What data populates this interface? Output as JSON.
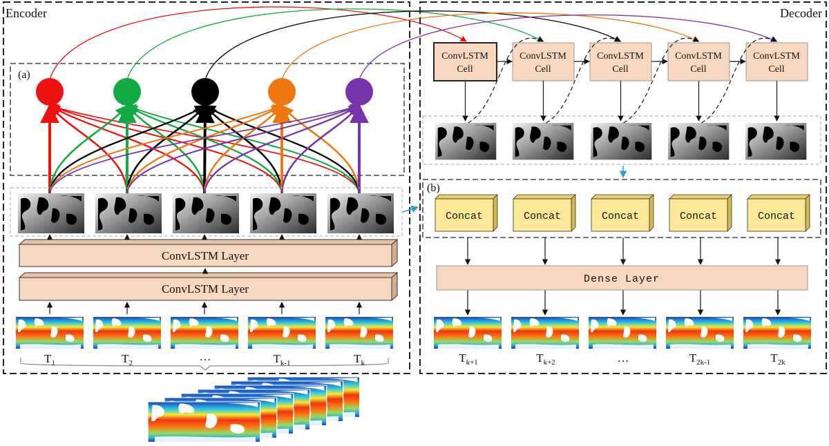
{
  "encoder": {
    "title": "Encoder",
    "panel_a_label": "(a)",
    "layer_top": "ConvLSTM Layer",
    "layer_bottom": "ConvLSTM Layer",
    "time_labels": [
      {
        "main": "T",
        "sub": "1"
      },
      {
        "main": "T",
        "sub": "2"
      },
      {
        "main": "…",
        "sub": ""
      },
      {
        "main": "T",
        "sub": "k-1"
      },
      {
        "main": "T",
        "sub": "k"
      }
    ],
    "node_colors": [
      "#ee1111",
      "#11aa44",
      "#000000",
      "#ee7711",
      "#7733aa"
    ]
  },
  "decoder": {
    "title": "Decoder",
    "panel_b_label": "(b)",
    "cells": [
      {
        "line1": "ConvLSTM",
        "line2": "Cell"
      },
      {
        "line1": "ConvLSTM",
        "line2": "Cell"
      },
      {
        "line1": "ConvLSTM",
        "line2": "Cell"
      },
      {
        "line1": "ConvLSTM",
        "line2": "Cell"
      },
      {
        "line1": "ConvLSTM",
        "line2": "Cell"
      }
    ],
    "concat_label": "Concat",
    "dense_label": "Dense Layer",
    "time_labels": [
      {
        "main": "T",
        "sub": "k+1"
      },
      {
        "main": "T",
        "sub": "k+2"
      },
      {
        "main": "…",
        "sub": ""
      },
      {
        "main": "T",
        "sub": "2k-1"
      },
      {
        "main": "T",
        "sub": "2k"
      }
    ]
  }
}
